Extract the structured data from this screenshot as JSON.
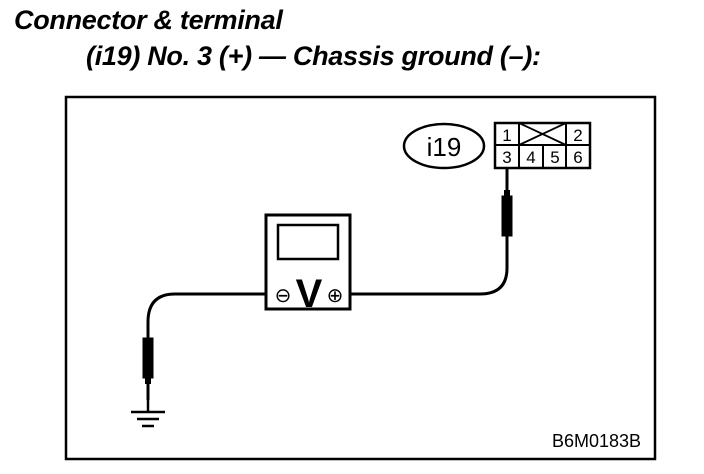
{
  "heading": {
    "line1": "Connector & terminal",
    "line2": "(i19) No. 3 (+) — Chassis ground (–):"
  },
  "connector": {
    "label": "i19",
    "terminals": [
      "1",
      "2",
      "3",
      "4",
      "5",
      "6"
    ]
  },
  "meter": {
    "symbol": "V",
    "negative": "⊖",
    "positive": "⊕"
  },
  "figure_code": "B6M0183B",
  "colors": {
    "ink": "#000000",
    "background": "#ffffff"
  }
}
